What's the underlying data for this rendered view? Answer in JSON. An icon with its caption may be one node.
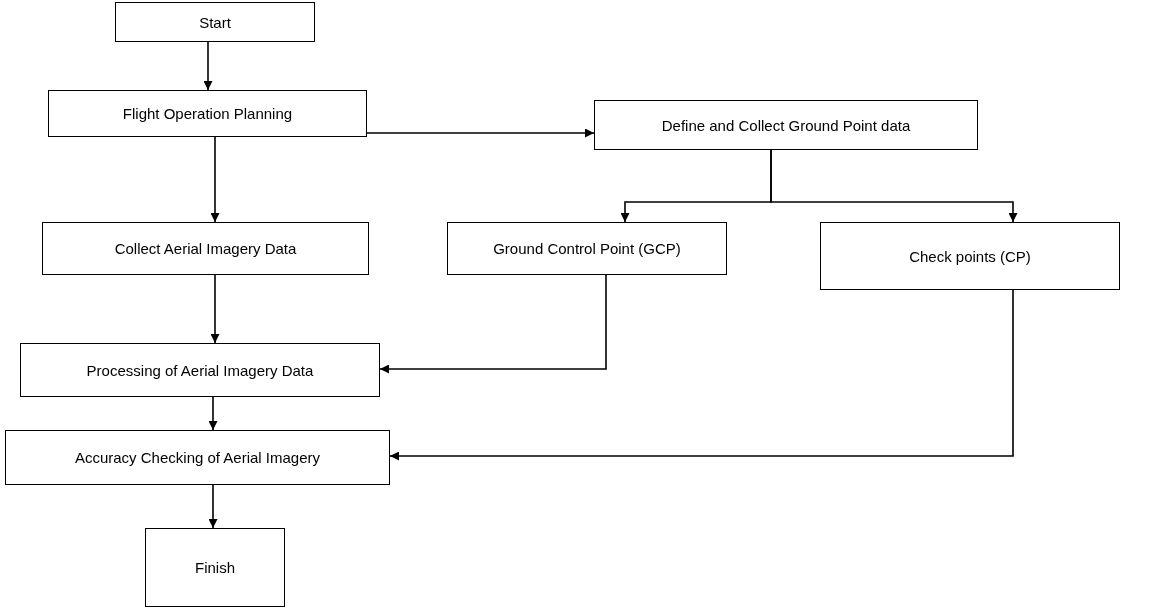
{
  "diagram": {
    "nodes": [
      {
        "text": [
          "Start"
        ]
      },
      {
        "text": [
          "Flight Operation Planning"
        ]
      },
      {
        "text": [
          "Define and Collect Ground Point data"
        ]
      },
      {
        "text": [
          "Collect Aerial Imagery Data"
        ]
      },
      {
        "text": [
          "Ground Control Point (GCP)"
        ]
      },
      {
        "text": [
          "Check points (CP)"
        ]
      },
      {
        "text": [
          "Processing of Aerial Imagery Data"
        ]
      },
      {
        "text": [
          "Accuracy Checking of Aerial Imagery"
        ]
      },
      {
        "text": [
          "Finish"
        ]
      }
    ],
    "edges": [
      {
        "from": 0,
        "to": 1,
        "arrow": "to"
      },
      {
        "from": 1,
        "to": 2,
        "arrow": "to"
      },
      {
        "from": 1,
        "to": 3,
        "arrow": "to"
      },
      {
        "from": 2,
        "to": 4,
        "arrow": "to"
      },
      {
        "from": 2,
        "to": 5,
        "arrow": "to"
      },
      {
        "from": 4,
        "to": 6,
        "arrow": "to"
      },
      {
        "from": 3,
        "to": 6,
        "arrow": "to"
      },
      {
        "from": 6,
        "to": 7,
        "arrow": "to"
      },
      {
        "from": 5,
        "to": 7,
        "arrow": "to"
      },
      {
        "from": 7,
        "to": 8,
        "arrow": "to"
      }
    ]
  }
}
